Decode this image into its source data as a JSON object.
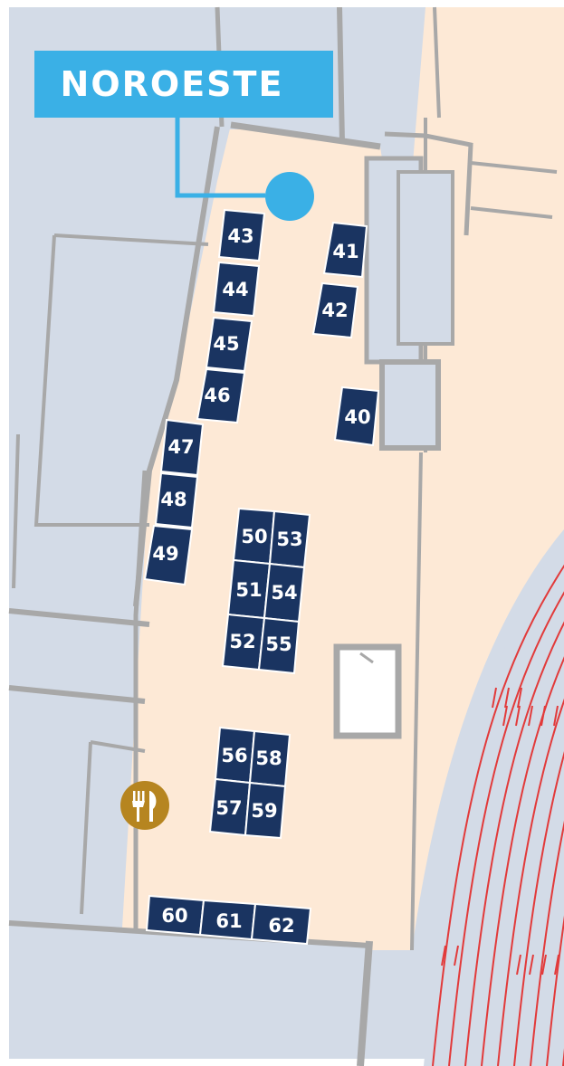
{
  "title": "NOROESTE",
  "colors": {
    "surroundings": "#d3dbe7",
    "hall_floor": "#fde9d6",
    "walls": "#a8a8a8",
    "booth_fill": "#1a3461",
    "booth_text": "#ffffff",
    "accent": "#3ab0e6",
    "restaurant": "#b68520",
    "seating_lines": "#e23a3a",
    "storage": "#ffffff"
  },
  "icons": {
    "location_marker": "location-dot-icon",
    "restaurant": "fork-knife-icon"
  },
  "booths": [
    "40",
    "41",
    "42",
    "43",
    "44",
    "45",
    "46",
    "47",
    "48",
    "49",
    "50",
    "51",
    "52",
    "53",
    "54",
    "55",
    "56",
    "57",
    "58",
    "59",
    "60",
    "61",
    "62"
  ]
}
